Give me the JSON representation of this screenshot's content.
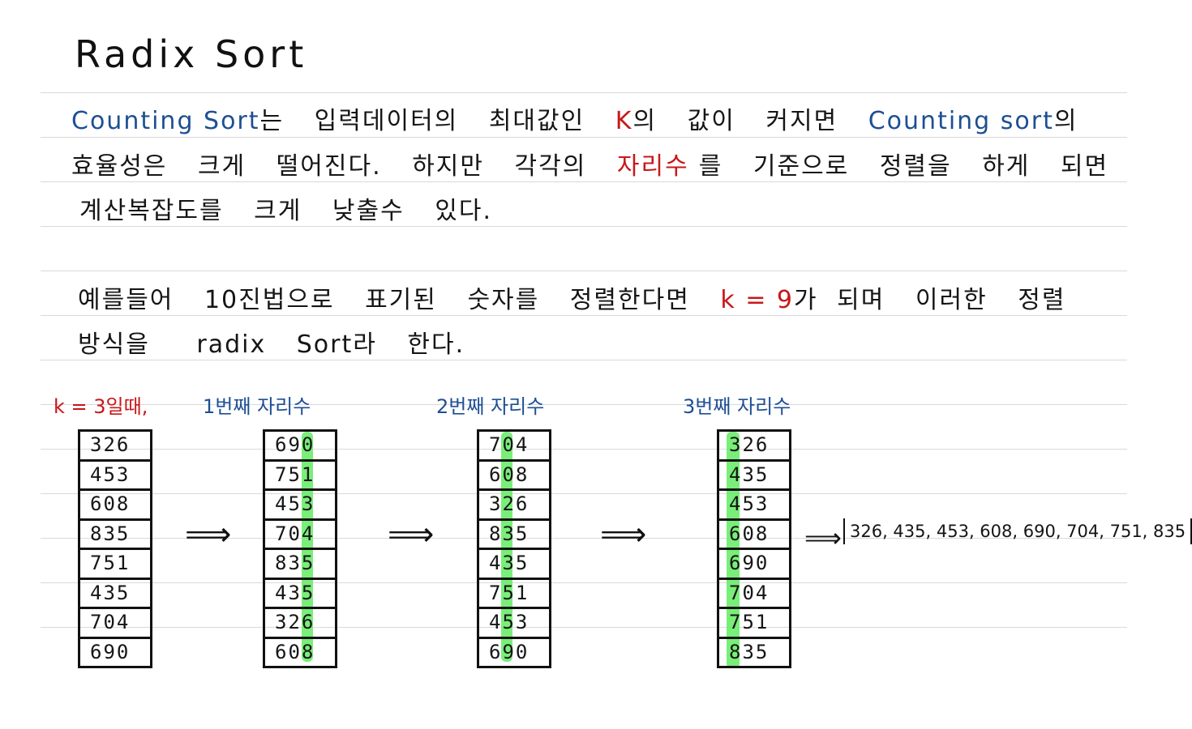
{
  "title": "Radix Sort",
  "paragraph1": {
    "line1": {
      "a": "Counting Sort",
      "b": "는",
      "c": "입력데이터의",
      "d": "최대값인",
      "e": "K",
      "f": "의",
      "g": "값이",
      "h": "커지면",
      "i": "Counting sort",
      "j": "의"
    },
    "line2": {
      "a": "효율성은",
      "b": "크게",
      "c": "떨어진다.",
      "d": "하지만",
      "e": "각각의",
      "f": "자리수",
      "g": "를",
      "h": "기준으로",
      "i": "정렬을",
      "j": "하게",
      "k": "되면"
    },
    "line3": {
      "a": "계산복잡도를",
      "b": "크게",
      "c": "낮출수",
      "d": "있다."
    }
  },
  "paragraph2": {
    "line1": {
      "a": "예를들어",
      "b": "10진법으로",
      "c": "표기된",
      "d": "숫자를",
      "e": "정렬한다면",
      "f": "k = 9",
      "g": "가",
      "h": "되며",
      "i": "이러한",
      "j": "정렬"
    },
    "line2": {
      "a": "방식을",
      "b": "radix",
      "c": "Sort",
      "d": "라",
      "e": "한다."
    }
  },
  "labels": {
    "k_label": "k = 3일때,",
    "step1": "1번째  자리수",
    "step2": "2번째  자리수",
    "step3": "3번째  자리수"
  },
  "columns": {
    "initial": [
      "326",
      "453",
      "608",
      "835",
      "751",
      "435",
      "704",
      "690"
    ],
    "after_digit1": [
      "690",
      "751",
      "453",
      "704",
      "835",
      "435",
      "326",
      "608"
    ],
    "after_digit2": [
      "704",
      "608",
      "326",
      "835",
      "435",
      "751",
      "453",
      "690"
    ],
    "after_digit3": [
      "326",
      "435",
      "453",
      "608",
      "690",
      "704",
      "751",
      "835"
    ]
  },
  "arrows": {
    "a1": "⟹",
    "a2": "⟹",
    "a3": "⟹",
    "a4": "⟹"
  },
  "result": "326, 435, 453, 608, 690, 704, 751, 835",
  "colors": {
    "blue_ink": "#1d4f94",
    "red_ink": "#c8171a",
    "highlight": "#62eb62"
  }
}
